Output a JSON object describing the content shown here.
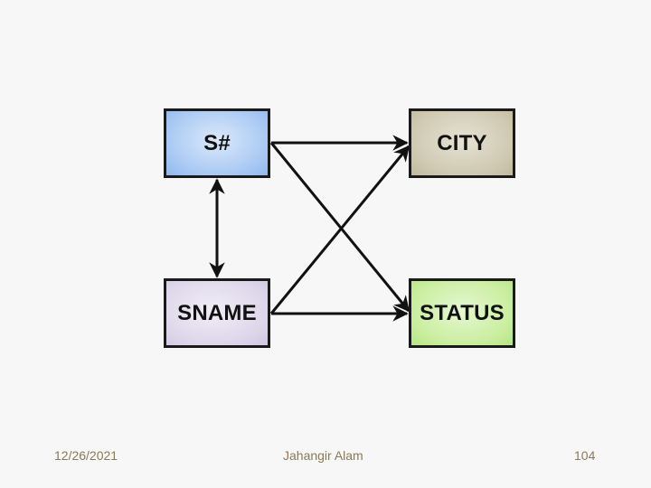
{
  "diagram": {
    "nodes": {
      "s": {
        "label": "S#",
        "color": "#a9c9f3"
      },
      "city": {
        "label": "CITY",
        "color": "#cfc9b2"
      },
      "sname": {
        "label": "SNAME",
        "color": "#ddd6ea"
      },
      "status": {
        "label": "STATUS",
        "color": "#c9ee9f"
      }
    },
    "edges": [
      {
        "from": "S#",
        "to": "CITY",
        "direction": "forward"
      },
      {
        "from": "S#",
        "to": "STATUS",
        "direction": "forward"
      },
      {
        "from": "SNAME",
        "to": "CITY",
        "direction": "forward"
      },
      {
        "from": "SNAME",
        "to": "STATUS",
        "direction": "forward"
      },
      {
        "from": "S#",
        "to": "SNAME",
        "direction": "both"
      }
    ],
    "edge_color": "#111111"
  },
  "footer": {
    "date": "12/26/2021",
    "author": "Jahangir Alam",
    "page": "104",
    "color": "#8a7a55"
  }
}
